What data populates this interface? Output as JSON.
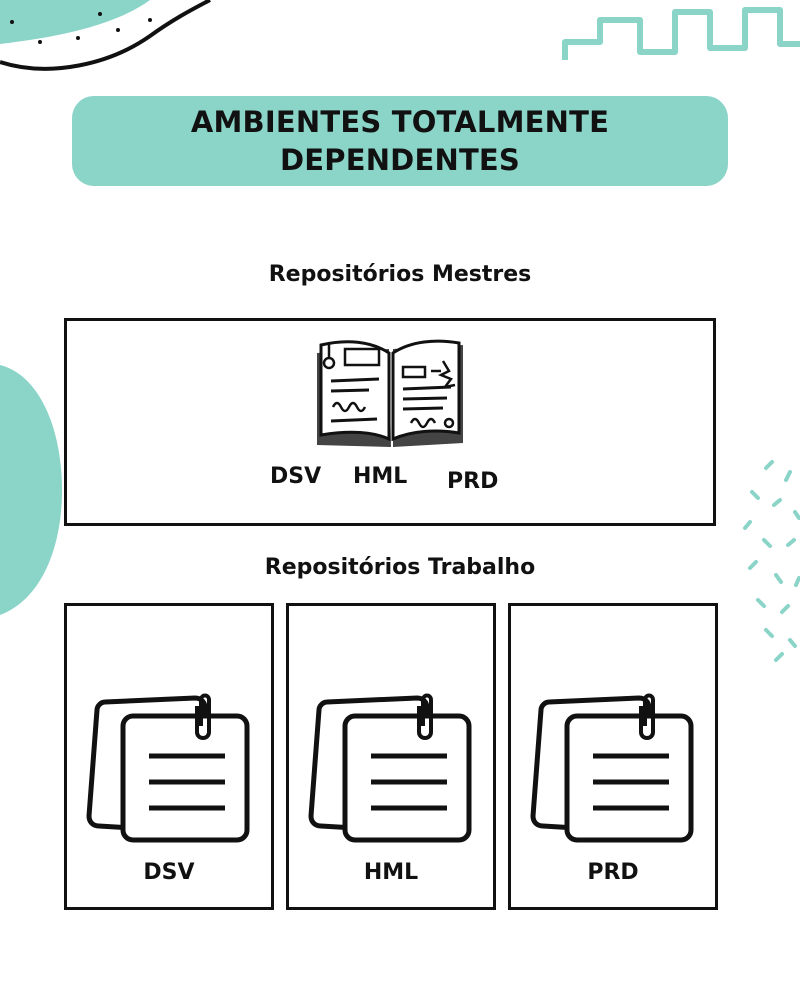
{
  "title": {
    "line1": "AMBIENTES TOTALMENTE",
    "line2": "DEPENDENTES"
  },
  "master": {
    "heading": "Repositórios Mestres",
    "icon": "open-book-icon",
    "labels": [
      "DSV",
      "HML",
      "PRD"
    ]
  },
  "work": {
    "heading": "Repositórios Trabalho",
    "icon": "sticky-notes-icon",
    "boxes": [
      {
        "label": "DSV"
      },
      {
        "label": "HML"
      },
      {
        "label": "PRD"
      }
    ]
  },
  "colors": {
    "accent": "#8ad4c8",
    "ink": "#111111",
    "background": "#ffffff"
  }
}
